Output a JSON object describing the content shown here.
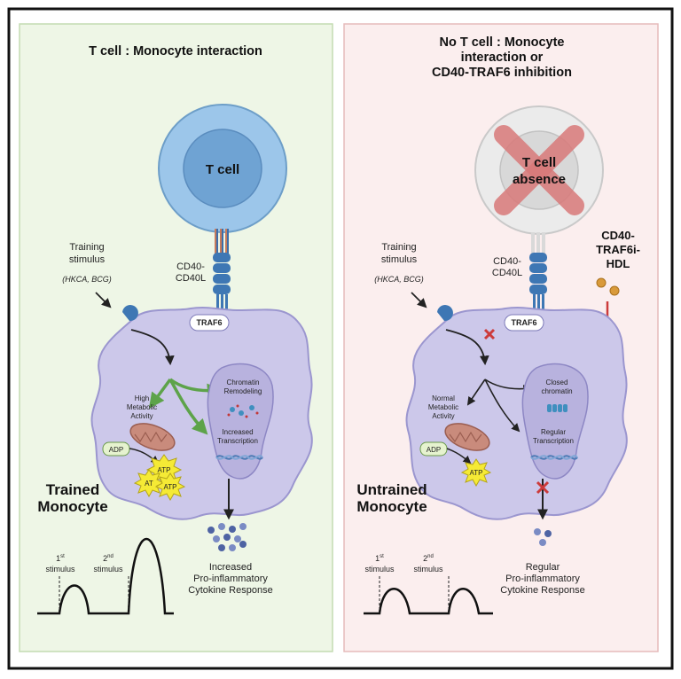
{
  "left_panel": {
    "title": "T cell : Monocyte interaction",
    "t_cell_label": "T cell",
    "receptor_label_1": "CD40-",
    "receptor_label_2": "CD40L",
    "stimulus_label_1": "Training",
    "stimulus_label_2": "stimulus",
    "stimulus_examples": "(HKCA, BCG)",
    "traf6_label": "TRAF6",
    "metabolic_label_1": "High",
    "metabolic_label_2": "Metabolic",
    "metabolic_label_3": "Activity",
    "chromatin_label_1": "Chromatin",
    "chromatin_label_2": "Remodeling",
    "transcription_label_1": "Increased",
    "transcription_label_2": "Transcription",
    "adp_label": "ADP",
    "atp_label": "ATP",
    "atp_partial_label": "AT",
    "monocyte_label_1": "Trained",
    "monocyte_label_2": "Monocyte",
    "first_stimulus_sup": "st",
    "first_stimulus_num": "1",
    "second_stimulus_num": "2",
    "second_stimulus_sup": "nd",
    "stimulus_word": "stimulus",
    "response_label_1": "Increased",
    "response_label_2": "Pro-inflammatory",
    "response_label_3": "Cytokine Response"
  },
  "right_panel": {
    "title_1": "No T cell : Monocyte",
    "title_2": "interaction or",
    "title_3": "CD40-TRAF6 inhibition",
    "t_cell_label_1": "T cell",
    "t_cell_label_2": "absence",
    "inhibitor_label_1": "CD40-",
    "inhibitor_label_2": "TRAF6i-",
    "inhibitor_label_3": "HDL",
    "receptor_label_1": "CD40-",
    "receptor_label_2": "CD40L",
    "stimulus_label_1": "Training",
    "stimulus_label_2": "stimulus",
    "stimulus_examples": "(HKCA, BCG)",
    "traf6_label": "TRAF6",
    "metabolic_label_1": "Normal",
    "metabolic_label_2": "Metabolic",
    "metabolic_label_3": "Activity",
    "chromatin_label_1": "Closed",
    "chromatin_label_2": "chromatin",
    "transcription_label_1": "Regular",
    "transcription_label_2": "Transcription",
    "adp_label": "ADP",
    "atp_label": "ATP",
    "monocyte_label_1": "Untrained",
    "monocyte_label_2": "Monocyte",
    "first_stimulus_num": "1",
    "first_stimulus_sup": "st",
    "second_stimulus_num": "2",
    "second_stimulus_sup": "nd",
    "stimulus_word": "stimulus",
    "response_label_1": "Regular",
    "response_label_2": "Pro-inflammatory",
    "response_label_3": "Cytokine Response"
  },
  "colors": {
    "left_bg": "#eef6e6",
    "left_border": "#c4dcb2",
    "right_bg": "#fbeeee",
    "right_border": "#e6bcbc",
    "cell_membrane": "#ccc8ea",
    "nucleus": "#b8b2de",
    "t_cell_outer": "#9cc6ea",
    "t_cell_inner": "#6fa3d3",
    "green_arrow": "#5da34a",
    "inhibit_red": "#cc3b3b",
    "atp_yellow": "#f5ea35",
    "cytokine_blue": "#4e63a3"
  }
}
